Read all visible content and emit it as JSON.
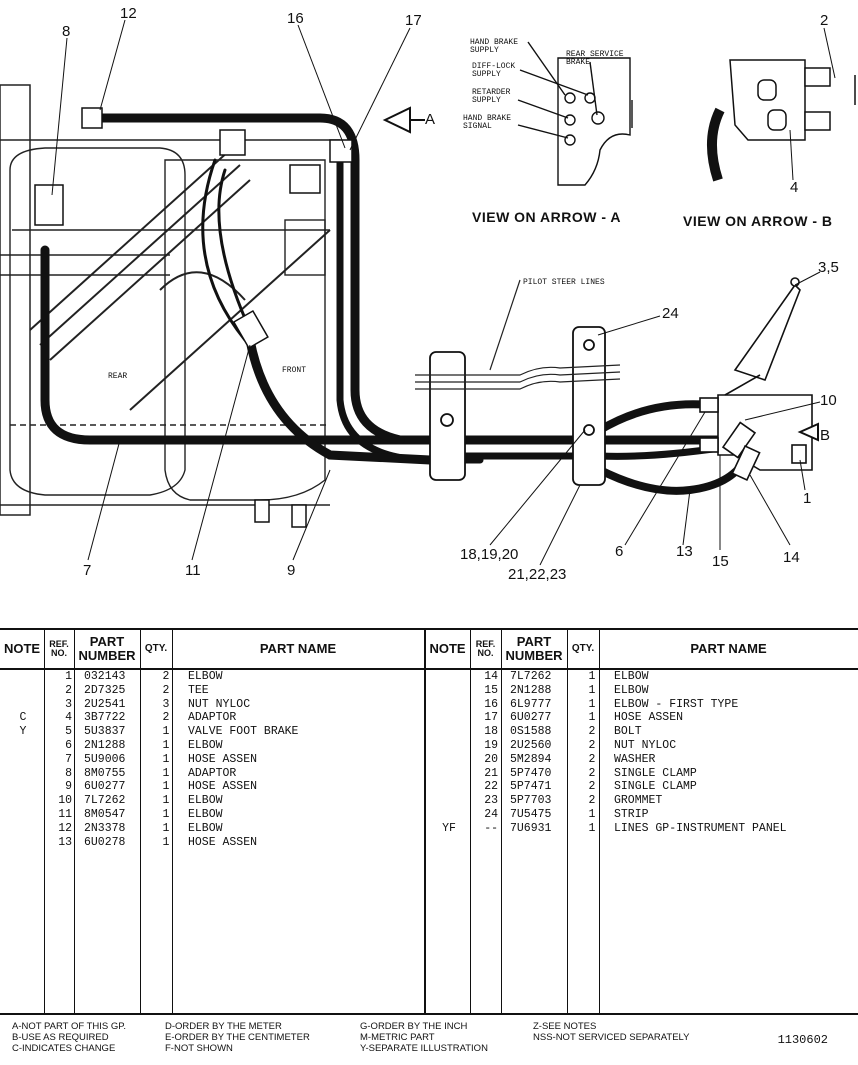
{
  "drawing": {
    "callouts": [
      "12",
      "8",
      "16",
      "17",
      "2",
      "4",
      "3,5",
      "10",
      "B",
      "24",
      "1",
      "7",
      "11",
      "9",
      "18,19,20",
      "21,22,23",
      "6",
      "13",
      "15",
      "14",
      "A"
    ],
    "view_a": {
      "title": "VIEW ON ARROW - A",
      "labels": [
        "HAND BRAKE SUPPLY",
        "DIFF-LOCK SUPPLY",
        "RETARDER SUPPLY",
        "HAND BRAKE SIGNAL",
        "REAR SERVICE BRAKE"
      ]
    },
    "view_b": {
      "title": "VIEW ON ARROW - B"
    },
    "labels": {
      "pilot": "PILOT STEER LINES",
      "rear": "REAR",
      "front": "FRONT"
    }
  },
  "table": {
    "headers": {
      "note": "NOTE",
      "ref": "REF. NO.",
      "part_number": "PART NUMBER",
      "qty": "QTY.",
      "part_name": "PART NAME"
    },
    "left_rows": [
      {
        "note": "",
        "ref": "1",
        "pn": "032143",
        "qty": "2",
        "name": "ELBOW"
      },
      {
        "note": "",
        "ref": "2",
        "pn": "2D7325",
        "qty": "2",
        "name": "TEE"
      },
      {
        "note": "",
        "ref": "3",
        "pn": "2U2541",
        "qty": "3",
        "name": "NUT NYLOC"
      },
      {
        "note": "C",
        "ref": "4",
        "pn": "3B7722",
        "qty": "2",
        "name": "ADAPTOR"
      },
      {
        "note": "Y",
        "ref": "5",
        "pn": "5U3837",
        "qty": "1",
        "name": "VALVE FOOT BRAKE"
      },
      {
        "note": "",
        "ref": "6",
        "pn": "2N1288",
        "qty": "1",
        "name": "ELBOW"
      },
      {
        "note": "",
        "ref": "7",
        "pn": "5U9006",
        "qty": "1",
        "name": "HOSE ASSEN"
      },
      {
        "note": "",
        "ref": "8",
        "pn": "8M0755",
        "qty": "1",
        "name": "ADAPTOR"
      },
      {
        "note": "",
        "ref": "9",
        "pn": "6U0277",
        "qty": "1",
        "name": "HOSE ASSEN"
      },
      {
        "note": "",
        "ref": "10",
        "pn": "7L7262",
        "qty": "1",
        "name": "ELBOW"
      },
      {
        "note": "",
        "ref": "11",
        "pn": "8M0547",
        "qty": "1",
        "name": "ELBOW"
      },
      {
        "note": "",
        "ref": "12",
        "pn": "2N3378",
        "qty": "1",
        "name": "ELBOW"
      },
      {
        "note": "",
        "ref": "13",
        "pn": "6U0278",
        "qty": "1",
        "name": "HOSE ASSEN"
      }
    ],
    "right_rows": [
      {
        "note": "",
        "ref": "14",
        "pn": "7L7262",
        "qty": "1",
        "name": "ELBOW"
      },
      {
        "note": "",
        "ref": "15",
        "pn": "2N1288",
        "qty": "1",
        "name": "ELBOW"
      },
      {
        "note": "",
        "ref": "16",
        "pn": "6L9777",
        "qty": "1",
        "name": "ELBOW - FIRST TYPE"
      },
      {
        "note": "",
        "ref": "17",
        "pn": "6U0277",
        "qty": "1",
        "name": "HOSE ASSEN"
      },
      {
        "note": "",
        "ref": "18",
        "pn": "0S1588",
        "qty": "2",
        "name": "BOLT"
      },
      {
        "note": "",
        "ref": "19",
        "pn": "2U2560",
        "qty": "2",
        "name": "NUT NYLOC"
      },
      {
        "note": "",
        "ref": "20",
        "pn": "5M2894",
        "qty": "2",
        "name": "WASHER"
      },
      {
        "note": "",
        "ref": "21",
        "pn": "5P7470",
        "qty": "2",
        "name": "SINGLE CLAMP"
      },
      {
        "note": "",
        "ref": "22",
        "pn": "5P7471",
        "qty": "2",
        "name": "SINGLE CLAMP"
      },
      {
        "note": "",
        "ref": "23",
        "pn": "5P7703",
        "qty": "2",
        "name": "GROMMET"
      },
      {
        "note": "",
        "ref": "24",
        "pn": "7U5475",
        "qty": "1",
        "name": "STRIP"
      },
      {
        "note": "YF",
        "ref": "--",
        "pn": "7U6931",
        "qty": "1",
        "name": "LINES GP-INSTRUMENT PANEL"
      }
    ]
  },
  "legend": {
    "col1": [
      "A-NOT PART OF THIS GP.",
      "B-USE AS REQUIRED",
      "C-INDICATES CHANGE"
    ],
    "col2": [
      "D-ORDER BY THE METER",
      "E-ORDER BY THE CENTIMETER",
      "F-NOT SHOWN"
    ],
    "col3": [
      "G-ORDER BY THE INCH",
      "M-METRIC PART",
      "Y-SEPARATE ILLUSTRATION"
    ],
    "col4": [
      "Z-SEE NOTES",
      "NSS-NOT SERVICED SEPARATELY"
    ],
    "drawing_number": "1130602"
  }
}
